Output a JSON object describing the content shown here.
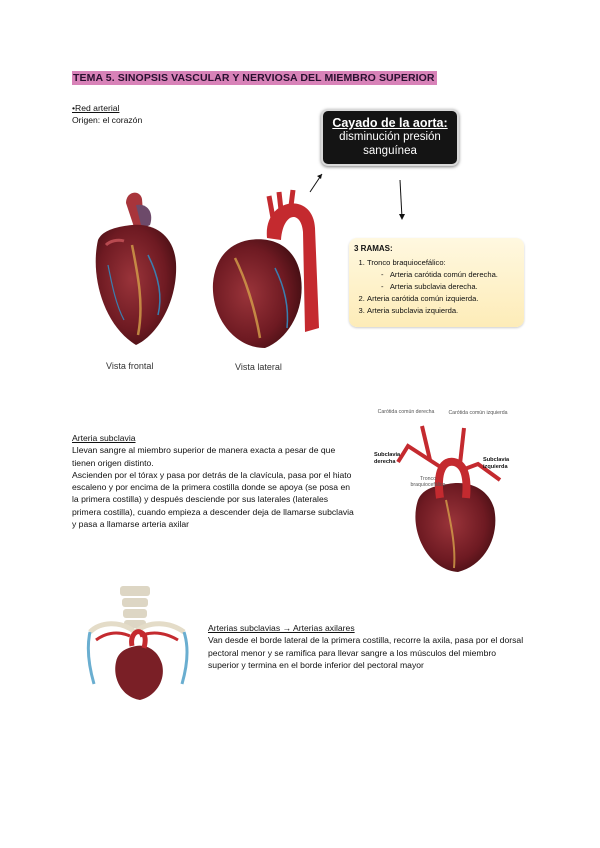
{
  "title": "TEMA 5. SINOPSIS VASCULAR Y NERVIOSA DEL MIEMBRO SUPERIOR",
  "red_arterial": {
    "heading": "•Red arterial",
    "origin": "Origen: el corazón"
  },
  "callout": {
    "heading": "Cayado de la aorta:",
    "line1": "disminución presión",
    "line2": "sanguínea"
  },
  "views": {
    "front": "Vista frontal",
    "lateral": "Vista lateral"
  },
  "ramas": {
    "title": "3 RAMAS:",
    "item1": "Tronco braquiocefálico:",
    "item1_sub1": "Arteria carótida común derecha.",
    "item1_sub2": "Arteria subclavia derecha.",
    "item2": "Arteria carótida común izquierda.",
    "item3": "Arteria subclavia izquierda."
  },
  "subclavia": {
    "heading": "Arteria subclavia",
    "p1": "Llevan sangre al miembro superior de manera exacta a pesar de que tienen origen distinto.",
    "p2": "Ascienden por el tórax y pasa por detrás de la clavícula, pasa por el hiato escaleno y por encima de la primera costilla donde se apoya (se posa en la primera costilla) y después desciende por sus laterales (laterales primera costilla), cuando empieza a descender deja de llamarse subclavia y pasa a llamarse arteria axilar"
  },
  "diagram_labels": {
    "carotida_der": "Carótida común derecha",
    "carotida_izq": "Carótida común izquierda",
    "subclavia_der": "Subclavia derecha",
    "subclavia_izq": "Subclavia izquierda",
    "tronco": "Tronco braquiocefálico"
  },
  "axilares": {
    "heading": "Arterias subclavias → Arterias axilares",
    "text": "Van desde el borde lateral de la primera costilla, recorre la axila, pasa por el dorsal pectoral menor y se ramifica para llevar sangre a los músculos del miembro superior y termina en el borde inferior del pectoral mayor"
  },
  "colors": {
    "title_highlight": "#d882b8",
    "heart": "#7a1f26",
    "aorta": "#c42a2f",
    "callout_bg": "#141414"
  }
}
